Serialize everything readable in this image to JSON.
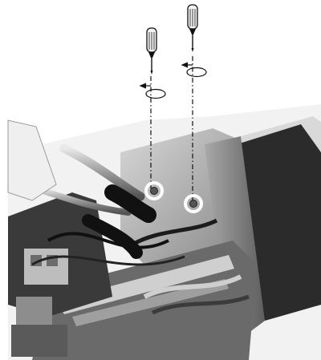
{
  "figure": {
    "image_type": "monochrome-photo-with-instruction-overlay",
    "palette": {
      "background": "#ffffff",
      "dark": "#1a1a1a",
      "mid": "#7a7a7a",
      "light": "#c9c9c9",
      "highlight": "#ffffff"
    },
    "callouts": [
      {
        "tool": "screwdriver-icon",
        "action": "counterclockwise-rotation-icon",
        "target": "screw-highlight"
      },
      {
        "tool": "screwdriver-icon",
        "action": "counterclockwise-rotation-icon",
        "target": "screw-highlight"
      }
    ]
  }
}
